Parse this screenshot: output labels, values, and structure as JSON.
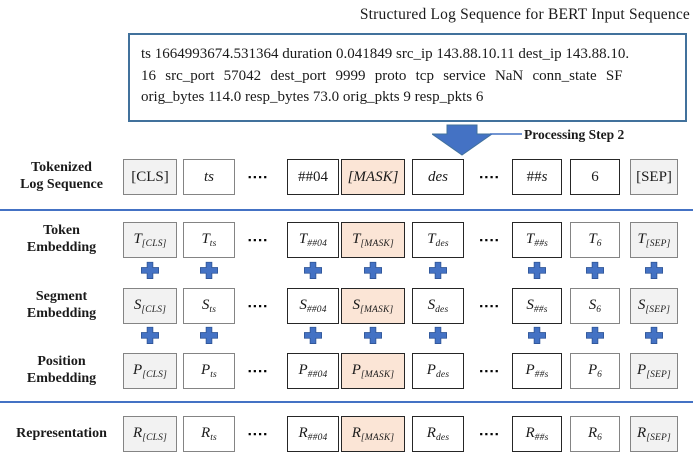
{
  "title": "Structured Log Sequence for BERT Input Sequence",
  "log_box": {
    "lines": [
      "ts 1664993674.531364 duration 0.041849 src_ip 143.88.10.11 dest_ip 143.88.10.",
      "16 src_port 57042 dest_port 9999 proto tcp service NaN conn_state SF",
      "orig_bytes 114.0 resp_bytes 73.0 orig_pkts 9 resp_pkts 6"
    ]
  },
  "processing_label": "Processing Step 2",
  "colors": {
    "accent_blue": "#4472C4",
    "arrow_outline": "#41719C",
    "mask_fill": "#FBE5D6",
    "special_token_fill": "#F2F2F2",
    "box_border_dark": "#262626",
    "box_border_gray": "#848484"
  },
  "rows": [
    {
      "label_lines": [
        "Tokenized",
        "Log Sequence"
      ],
      "cells": [
        {
          "text": "[CLS]"
        },
        {
          "text": "ts"
        },
        {
          "dots": "▪▪▪▪"
        },
        {
          "text": "##04"
        },
        {
          "text": "[MASK]"
        },
        {
          "text": "des"
        },
        {
          "dots": "▪▪▪▪"
        },
        {
          "text": "##",
          "tail": "s"
        },
        {
          "text": "6"
        },
        {
          "text": "[SEP]"
        }
      ]
    },
    {
      "label_lines": [
        "Token",
        "Embedding"
      ],
      "cells": [
        {
          "main": "T",
          "sub": "[CLS]"
        },
        {
          "main": "T",
          "sub": "ts"
        },
        {
          "dots": "▪▪▪▪"
        },
        {
          "main": "T",
          "sub": "##04"
        },
        {
          "main": "T",
          "sub": "[MASK]"
        },
        {
          "main": "T",
          "sub": "des"
        },
        {
          "dots": "▪▪▪▪"
        },
        {
          "main": "T",
          "sub": "##s"
        },
        {
          "main": "T",
          "sub": "6"
        },
        {
          "main": "T",
          "sub": "[SEP]"
        }
      ]
    },
    {
      "label_lines": [
        "Segment",
        "Embedding"
      ],
      "cells": [
        {
          "main": "S",
          "sub": "[CLS]"
        },
        {
          "main": "S",
          "sub": "ts"
        },
        {
          "dots": "▪▪▪▪"
        },
        {
          "main": "S",
          "sub": "##04"
        },
        {
          "main": "S",
          "sub": "[MASK]"
        },
        {
          "main": "S",
          "sub": "des"
        },
        {
          "dots": "▪▪▪▪"
        },
        {
          "main": "S",
          "sub": "##s"
        },
        {
          "main": "S",
          "sub": "6"
        },
        {
          "main": "S",
          "sub": "[SEP]"
        }
      ]
    },
    {
      "label_lines": [
        "Position",
        "Embedding"
      ],
      "cells": [
        {
          "main": "P",
          "sub": "[CLS]"
        },
        {
          "main": "P",
          "sub": "ts"
        },
        {
          "dots": "▪▪▪▪"
        },
        {
          "main": "P",
          "sub": "##04"
        },
        {
          "main": "P",
          "sub": "[MASK]"
        },
        {
          "main": "P",
          "sub": "des"
        },
        {
          "dots": "▪▪▪▪"
        },
        {
          "main": "P",
          "sub": "##s"
        },
        {
          "main": "P",
          "sub": "6"
        },
        {
          "main": "P",
          "sub": "[SEP]"
        }
      ]
    },
    {
      "label_lines": [
        "Representation"
      ],
      "cells": [
        {
          "main": "R",
          "sub": "[CLS]"
        },
        {
          "main": "R",
          "sub": "ts"
        },
        {
          "dots": "▪▪▪▪"
        },
        {
          "main": "R",
          "sub": "##04"
        },
        {
          "main": "R",
          "sub": "[MASK]"
        },
        {
          "main": "R",
          "sub": "des"
        },
        {
          "dots": "▪▪▪▪"
        },
        {
          "main": "R",
          "sub": "##s"
        },
        {
          "main": "R",
          "sub": "6"
        },
        {
          "main": "R",
          "sub": "[SEP]"
        }
      ]
    }
  ]
}
